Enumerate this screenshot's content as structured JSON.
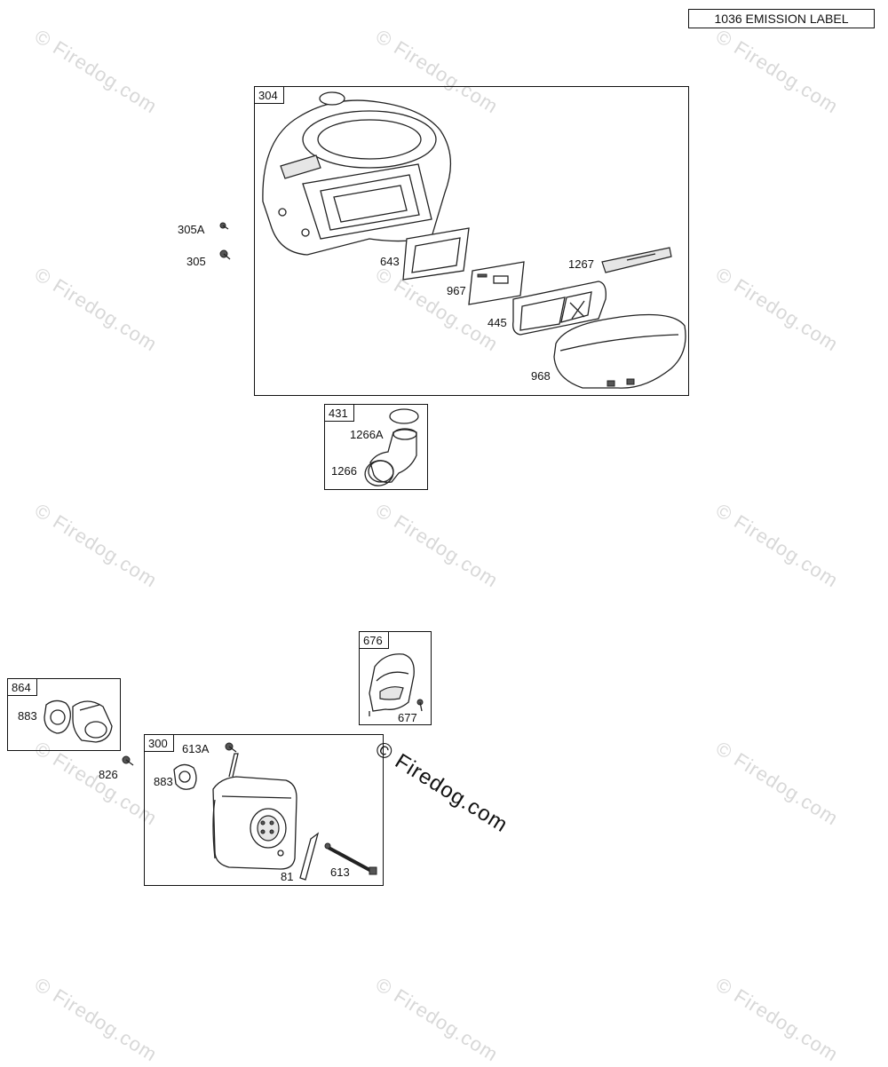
{
  "emission_label": "1036 EMISSION LABEL",
  "watermark_text": "© Firedog.com",
  "groups": {
    "blower_housing": {
      "box_label": "304",
      "parts": [
        "643",
        "967",
        "1267",
        "445",
        "968"
      ]
    },
    "outside_parts": [
      "305A",
      "305"
    ],
    "inlet": {
      "box_label": "431",
      "parts": [
        "1266A",
        "1266"
      ]
    },
    "guard": {
      "box_label": "676",
      "parts": [
        "677"
      ]
    },
    "exhaust_pipe": {
      "box_label": "864",
      "parts": [
        "883"
      ]
    },
    "bolt_outside": "826",
    "muffler": {
      "box_label": "300",
      "parts": [
        "613A",
        "883",
        "81",
        "613"
      ]
    }
  },
  "colors": {
    "line": "#222222",
    "watermark": "#d8d8d8"
  }
}
